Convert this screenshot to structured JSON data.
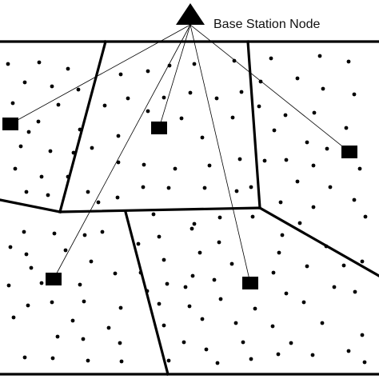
{
  "base_station": {
    "label": "Base Station Node",
    "icon": "triangle-icon"
  },
  "cluster_head_icon": "square-icon",
  "sensor_node_icon": "dot-icon",
  "colors": {
    "ink": "#000000",
    "background": "#ffffff"
  },
  "cluster_head_count": 5,
  "cluster_count": 5
}
